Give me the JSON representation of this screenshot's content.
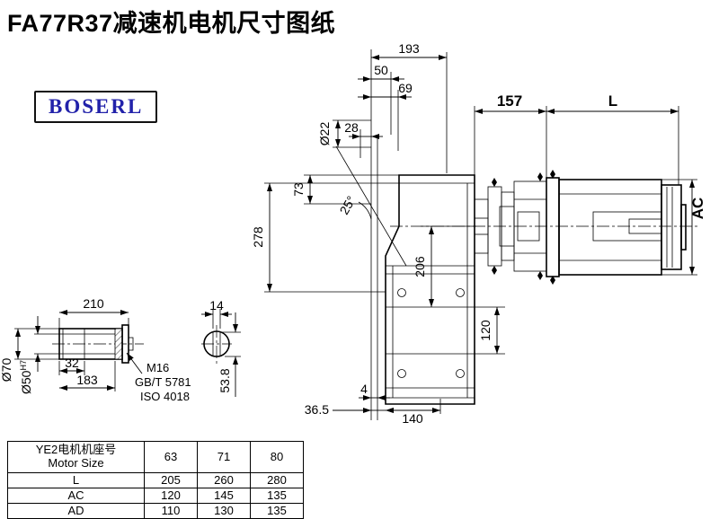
{
  "page": {
    "title": "FA77R37减速机电机尺寸图纸",
    "brand": "BOSERL"
  },
  "main_view": {
    "dim_193": "193",
    "dim_50": "50",
    "dim_69": "69",
    "dim_28": "28",
    "dia_22": "Ø22",
    "dim_73": "73",
    "angle_25": "25°",
    "dim_278": "278",
    "dim_206": "206",
    "dim_120": "120",
    "dim_157": "157",
    "dim_L": "L",
    "dim_AC": "AC",
    "dim_4": "4",
    "dim_36_5": "36.5",
    "dim_140": "140"
  },
  "shaft_view": {
    "dim_210": "210",
    "dim_14": "14",
    "dia_70": "Ø70",
    "dia_50": "Ø50",
    "dia_50_tol": "H7",
    "dim_32": "32",
    "dim_183": "183",
    "dim_53_8": "53.8",
    "thread": "M16",
    "standard_gb": "GB/T 5781",
    "standard_iso": "ISO 4018"
  },
  "table": {
    "motor_size_label_cn": "YE2电机机座号",
    "motor_size_label_en": "Motor Size",
    "frame_sizes": [
      "63",
      "71",
      "80"
    ],
    "rows": [
      {
        "label": "L",
        "values": [
          "205",
          "260",
          "280"
        ]
      },
      {
        "label": "AC",
        "values": [
          "120",
          "145",
          "135"
        ]
      },
      {
        "label": "AD",
        "values": [
          "110",
          "130",
          "135"
        ]
      }
    ]
  }
}
